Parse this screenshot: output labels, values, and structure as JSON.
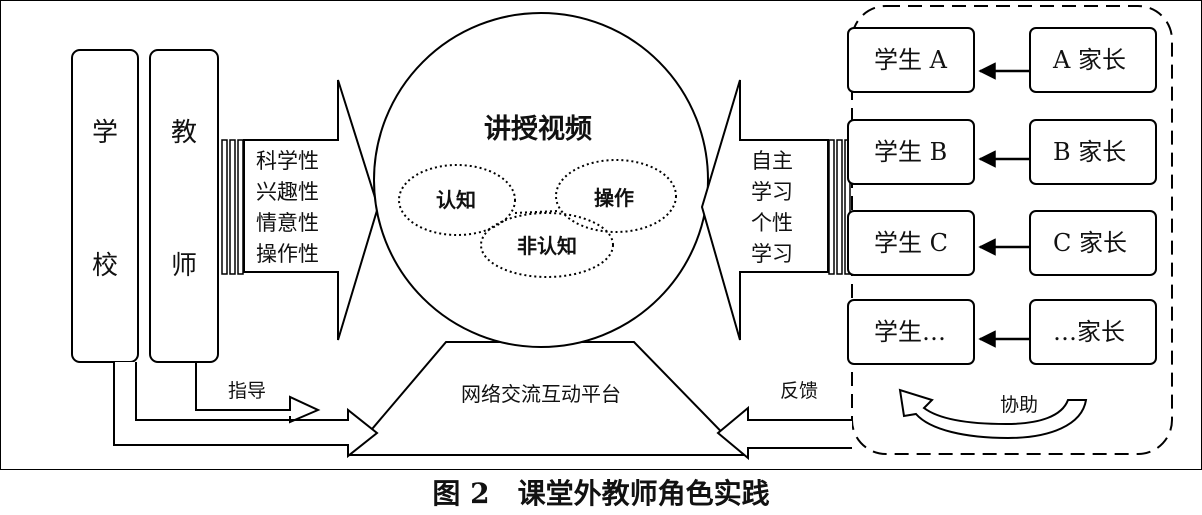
{
  "left": {
    "school_chars": [
      "学",
      "校"
    ],
    "teacher_chars": [
      "教",
      "师"
    ],
    "arrow_lines": [
      "科学性",
      "兴趣性",
      "情意性",
      "操作性"
    ]
  },
  "center": {
    "title": "讲授视频",
    "cognitive": "认知",
    "operation": "操作",
    "noncognitive": "非认知",
    "platform": "网络交流互动平台"
  },
  "right": {
    "arrow_lines": [
      "自主",
      "学习",
      "个性",
      "学习"
    ],
    "students": [
      "学生 A",
      "学生 B",
      "学生 C",
      "学生…"
    ],
    "parents": [
      "A 家长",
      "B 家长",
      "C 家长",
      "…家长"
    ],
    "assist": "协助"
  },
  "flows": {
    "guide": "指导",
    "feedback": "反馈"
  },
  "caption": "图 2　课堂外教师角色实践"
}
